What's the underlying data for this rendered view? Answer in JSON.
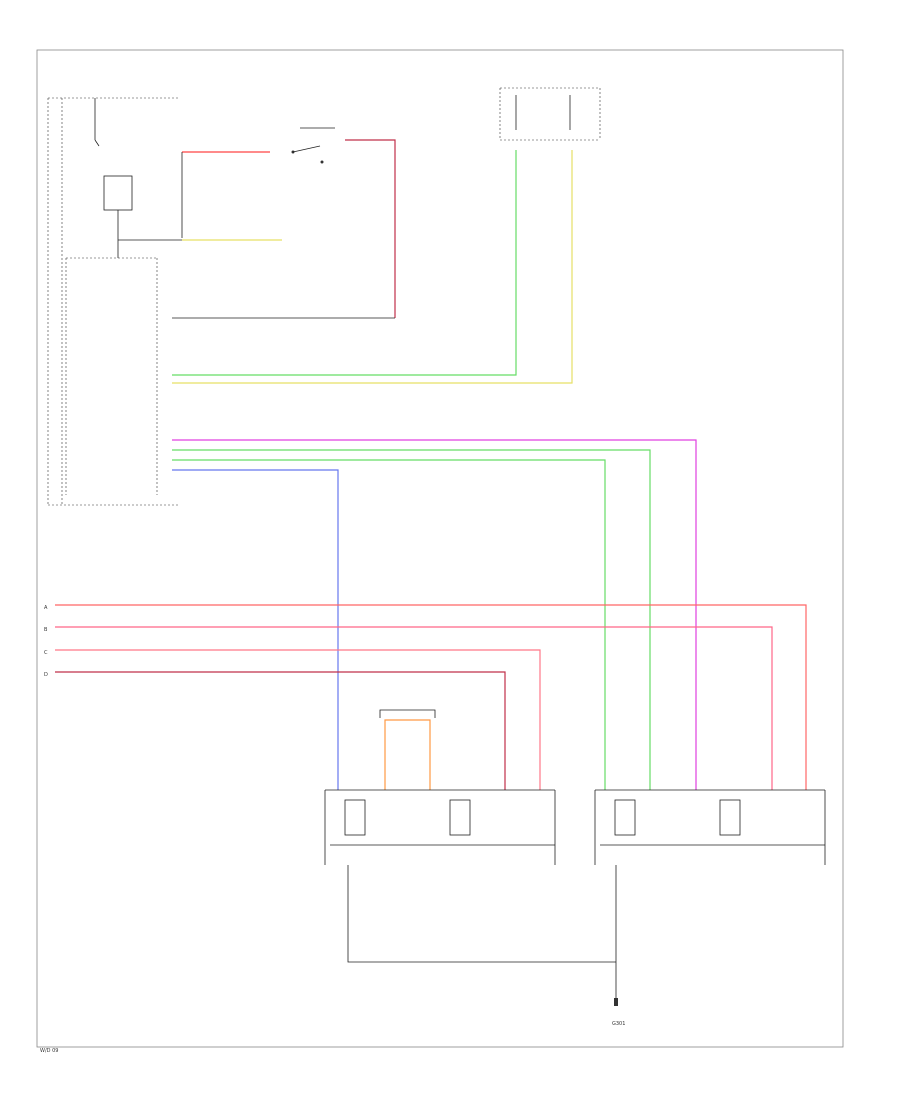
{
  "diagram_id": "W/D 09",
  "legend_codes": [
    "A",
    "B",
    "C",
    "D"
  ],
  "colors": {
    "red": "#ff4444",
    "dark_red": "#c0304a",
    "green": "#66dd66",
    "yellow": "#e6e066",
    "magenta": "#e040e0",
    "blue": "#6677ee",
    "orange": "#ff8844",
    "pink": "#ff6688",
    "black": "#333333"
  },
  "ground": "G301"
}
